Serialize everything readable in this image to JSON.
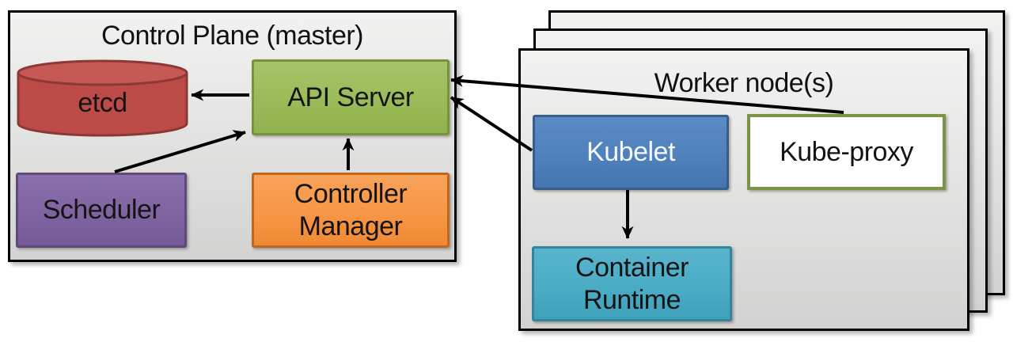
{
  "control_plane": {
    "title": "Control Plane (master)",
    "etcd": {
      "label": "etcd",
      "fill": "#BC4B48",
      "border": "#8C3836"
    },
    "api_server": {
      "label": "API Server",
      "fill": "#9BBB59",
      "border": "#77933C"
    },
    "scheduler": {
      "label": "Scheduler",
      "fill": "#8064A2",
      "border": "#5F497A"
    },
    "controller_manager": {
      "label": "Controller Manager",
      "fill": "#F79646",
      "border": "#C0671F"
    }
  },
  "worker_nodes": {
    "title": "Worker node(s)",
    "stacked_count": 3,
    "kubelet": {
      "label": "Kubelet",
      "fill": "#4F81BD",
      "border": "#385D8A",
      "text_color": "#FFFFFF"
    },
    "kube_proxy": {
      "label": "Kube-proxy",
      "fill": "#FFFFFF",
      "border": "#7C9544"
    },
    "container_runtime": {
      "label": "Container Runtime",
      "fill": "#4BACC6",
      "border": "#31859C"
    }
  },
  "arrows": {
    "color": "#000000",
    "connections": [
      {
        "from": "API Server",
        "to": "etcd"
      },
      {
        "from": "Scheduler",
        "to": "API Server"
      },
      {
        "from": "Controller Manager",
        "to": "API Server"
      },
      {
        "from": "Kubelet",
        "to": "API Server"
      },
      {
        "from": "Kube-proxy",
        "to": "API Server"
      },
      {
        "from": "Kubelet",
        "to": "Container Runtime"
      }
    ]
  }
}
